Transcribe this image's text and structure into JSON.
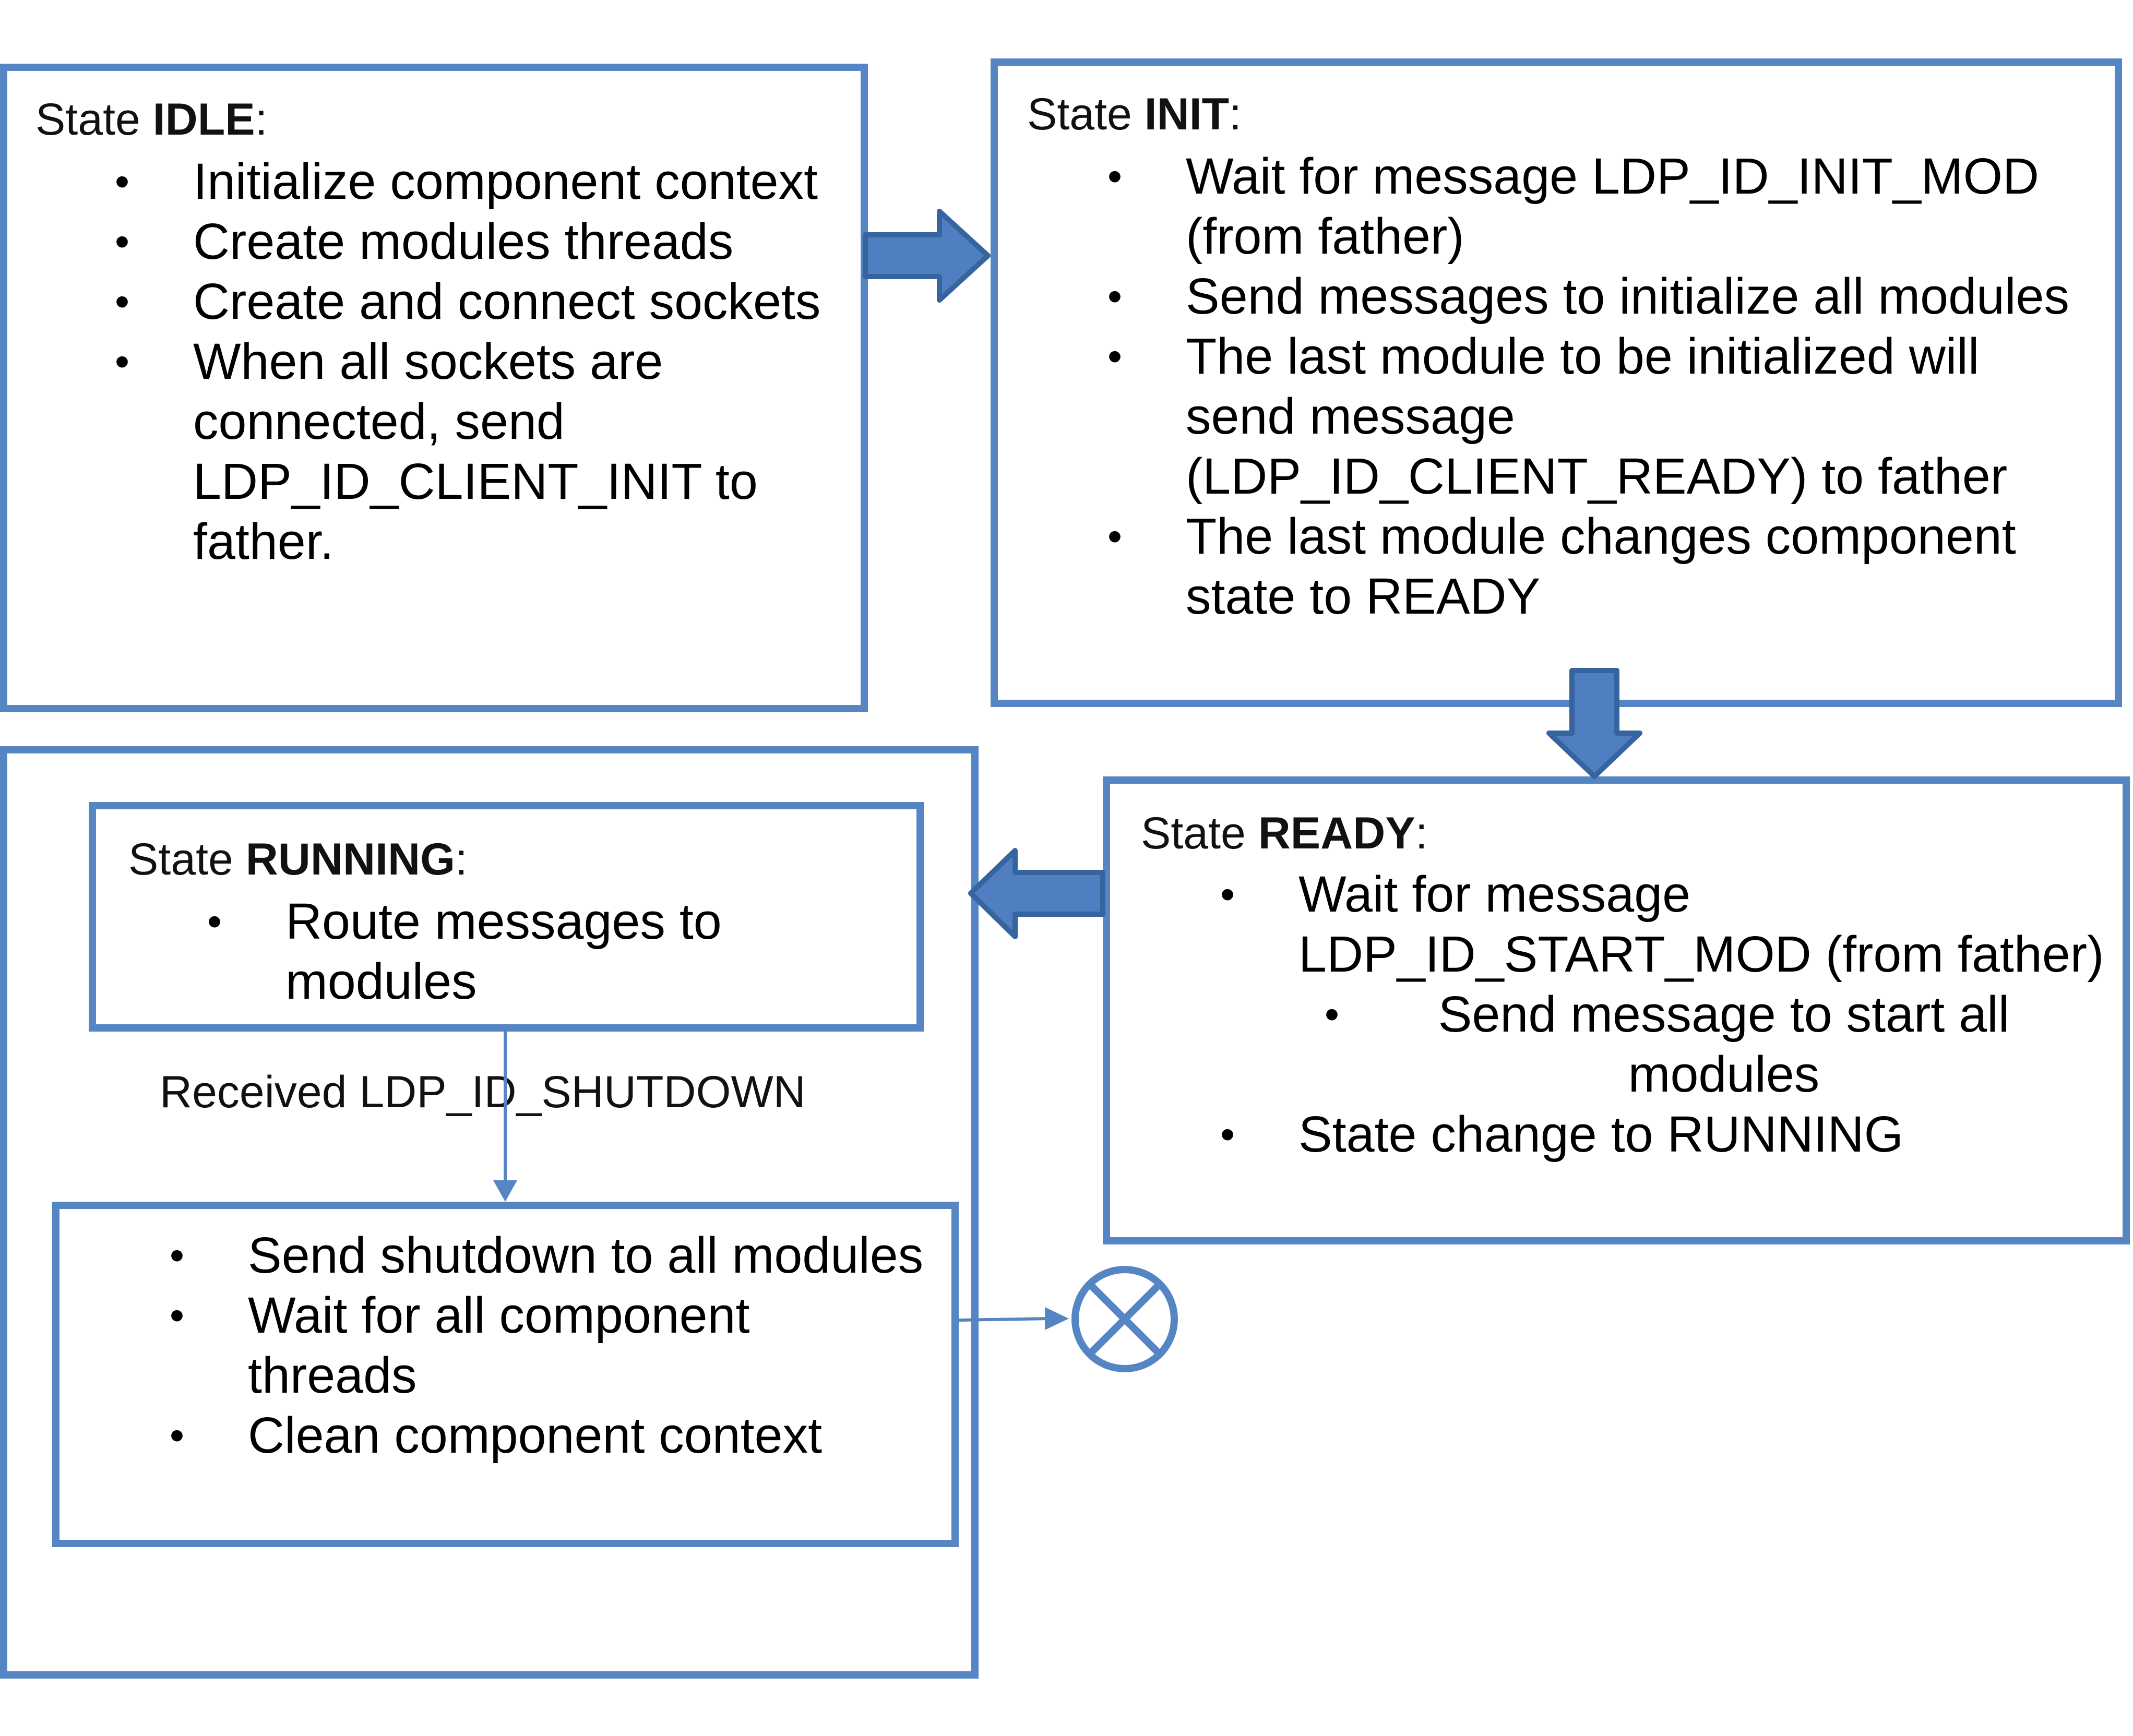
{
  "states": {
    "idle": {
      "prefix": "State ",
      "name": "IDLE",
      "suffix": ":",
      "items": [
        "Initialize component context",
        "Create modules threads",
        "Create and connect sockets",
        "When all sockets are connected, send LDP_ID_CLIENT_INIT to father."
      ]
    },
    "init": {
      "prefix": "State ",
      "name": "INIT",
      "suffix": ":",
      "items": [
        "Wait for message LDP_ID_INIT_MOD (from father)",
        "Send messages to initialize all modules",
        "The last module to be initialized will send message (LDP_ID_CLIENT_READY) to father",
        "The last module changes component state to READY"
      ]
    },
    "ready": {
      "prefix": "State ",
      "name": "READY",
      "suffix": ":",
      "items": [
        "Wait for message LDP_ID_START_MOD (from father)",
        "Send message to start all modules",
        "State change to RUNNING"
      ]
    },
    "running": {
      "prefix": "State ",
      "name": "RUNNING",
      "suffix": ":",
      "items": [
        "Route messages to modules"
      ]
    },
    "shutdown": {
      "items": [
        "Send shutdown to all modules",
        "Wait for all component threads",
        "Clean component context"
      ]
    }
  },
  "transitions": {
    "running_to_shutdown_label": "Received LDP_ID_SHUTDOWN"
  },
  "colors": {
    "border": "#5585C2",
    "arrow_fill": "#4F7FC0",
    "arrow_stroke": "#36649E",
    "terminal": "#5585C2"
  },
  "icons": {
    "terminal": "x-circle-terminal-icon"
  }
}
